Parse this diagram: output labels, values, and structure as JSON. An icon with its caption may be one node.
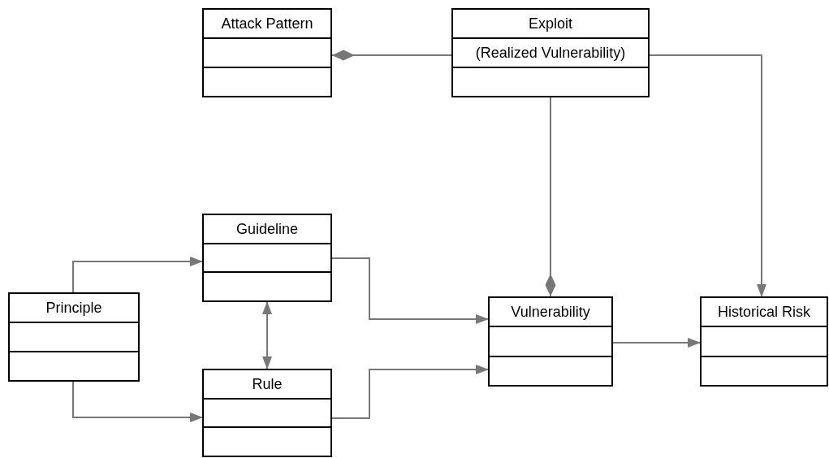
{
  "diagram": {
    "nodes": [
      {
        "text": [
          "Attack Pattern"
        ]
      },
      {
        "text": [
          "Exploit",
          "(Realized Vulnerability)"
        ]
      },
      {
        "text": [
          "Guideline"
        ]
      },
      {
        "text": [
          "Principle"
        ]
      },
      {
        "text": [
          "Rule"
        ]
      },
      {
        "text": [
          "Vulnerability"
        ]
      },
      {
        "text": [
          "Historical Risk"
        ]
      }
    ],
    "edges": [
      {
        "from": 1,
        "to": 0,
        "arrow": "other"
      },
      {
        "from": 1,
        "to": 5,
        "arrow": "other"
      },
      {
        "from": 1,
        "to": 6,
        "arrow": "to"
      },
      {
        "from": 3,
        "to": 2,
        "arrow": "to"
      },
      {
        "from": 3,
        "to": 4,
        "arrow": "to"
      },
      {
        "from": 2,
        "to": 4,
        "arrow": "both"
      },
      {
        "from": 2,
        "to": 5,
        "arrow": "to"
      },
      {
        "from": 4,
        "to": 5,
        "arrow": "to"
      },
      {
        "from": 5,
        "to": 6,
        "arrow": "to"
      }
    ]
  }
}
